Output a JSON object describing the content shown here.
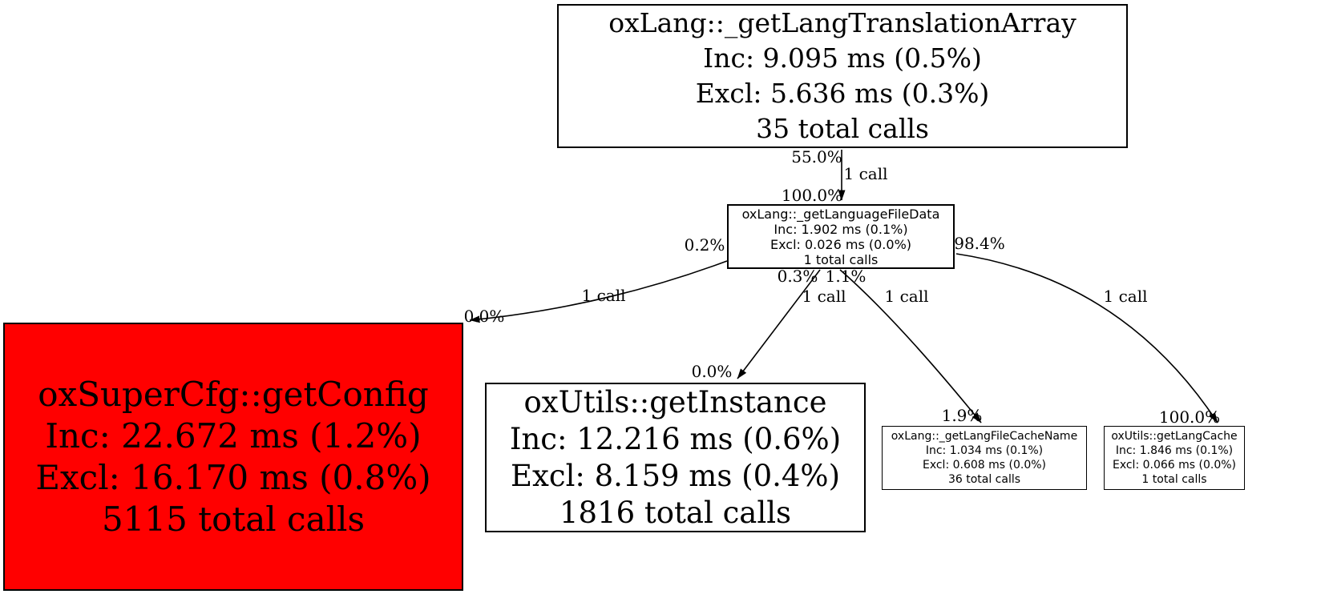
{
  "diagram": {
    "type": "profiler-call-graph",
    "colors": {
      "background": "#ffffff",
      "node_fill": "#ffffff",
      "hot_node_fill": "#ff0000",
      "border": "#000000",
      "edge": "#000000"
    }
  },
  "nodes": [
    {
      "title": "oxLang::_getLangTranslationArray",
      "inc": "Inc: 9.095 ms (0.5%)",
      "excl": "Excl: 5.636 ms (0.3%)",
      "calls": "35 total calls"
    },
    {
      "title": "oxLang::_getLanguageFileData",
      "inc": "Inc: 1.902 ms (0.1%)",
      "excl": "Excl: 0.026 ms (0.0%)",
      "calls": "1 total calls"
    },
    {
      "title": "oxSuperCfg::getConfig",
      "inc": "Inc: 22.672 ms (1.2%)",
      "excl": "Excl: 16.170 ms (0.8%)",
      "calls": "5115 total calls"
    },
    {
      "title": "oxUtils::getInstance",
      "inc": "Inc: 12.216 ms (0.6%)",
      "excl": "Excl: 8.159 ms (0.4%)",
      "calls": "1816 total calls"
    },
    {
      "title": "oxLang::_getLangFileCacheName",
      "inc": "Inc: 1.034 ms (0.1%)",
      "excl": "Excl: 0.608 ms (0.0%)",
      "calls": "36 total calls"
    },
    {
      "title": "oxUtils::getLangCache",
      "inc": "Inc: 1.846 ms (0.1%)",
      "excl": "Excl: 0.066 ms (0.0%)",
      "calls": "1 total calls"
    }
  ],
  "edges": [
    {
      "from": "oxLang::_getLangTranslationArray",
      "to": "oxLang::_getLanguageFileData",
      "src_pct": "55.0%",
      "calls": "1 call",
      "dst_pct": "100.0%"
    },
    {
      "from": "oxLang::_getLanguageFileData",
      "to": "oxSuperCfg::getConfig",
      "src_pct": "0.2%",
      "calls": "1 call",
      "dst_pct": "0.0%"
    },
    {
      "from": "oxLang::_getLanguageFileData",
      "to": "oxUtils::getInstance",
      "src_pct": "0.3%",
      "calls": "1 call",
      "dst_pct": "0.0%"
    },
    {
      "from": "oxLang::_getLanguageFileData",
      "to": "oxLang::_getLangFileCacheName",
      "src_pct": "1.1%",
      "calls": "1 call",
      "dst_pct": "1.9%"
    },
    {
      "from": "oxLang::_getLanguageFileData",
      "to": "oxUtils::getLangCache",
      "src_pct": "98.4%",
      "calls": "1 call",
      "dst_pct": "100.0%"
    }
  ]
}
